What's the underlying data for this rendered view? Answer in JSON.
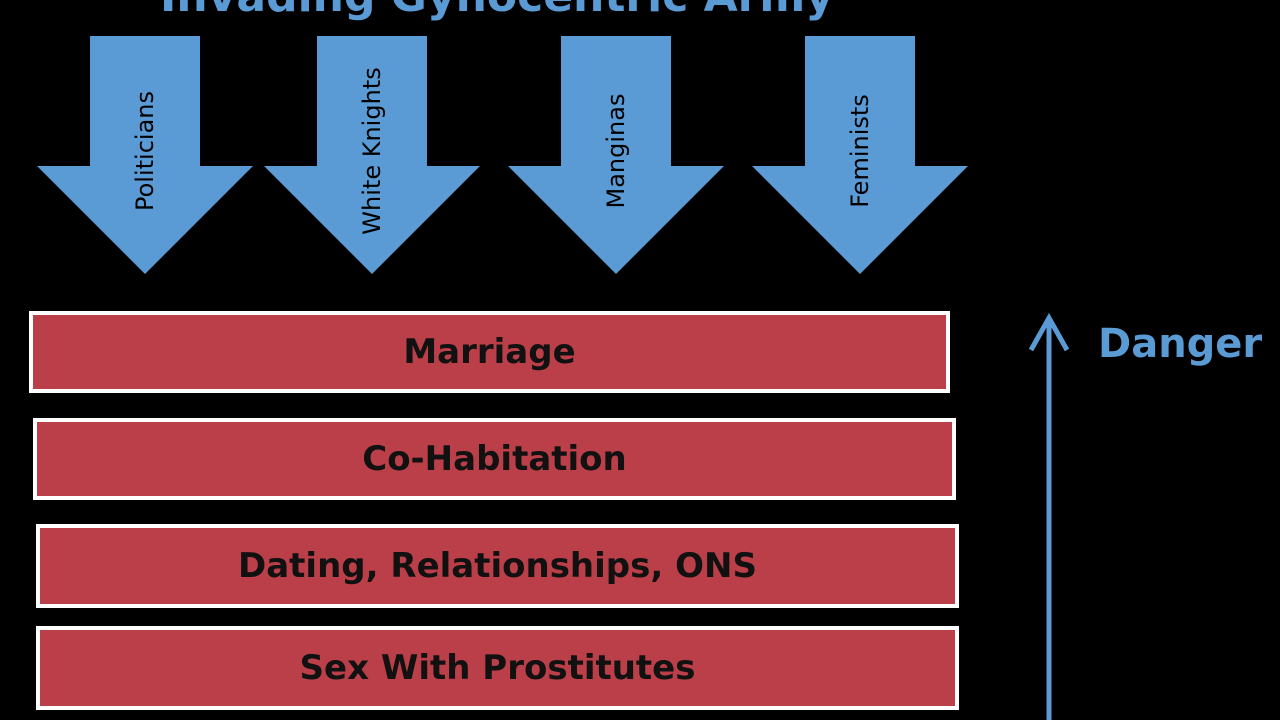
{
  "colors": {
    "background": "#000000",
    "arrow_fill": "#5b9bd5",
    "bar_fill": "#bb3f48",
    "bar_border": "#ffffff",
    "bar_text": "#111111",
    "accent": "#5b9bd5"
  },
  "title": "Invading Gynocentric Army",
  "arrows": [
    {
      "label": "Politicians"
    },
    {
      "label": "White Knights"
    },
    {
      "label": "Manginas"
    },
    {
      "label": "Feminists"
    }
  ],
  "layers": [
    {
      "label": "Marriage"
    },
    {
      "label": "Co-Habitation"
    },
    {
      "label": "Dating, Relationships, ONS"
    },
    {
      "label": "Sex With Prostitutes"
    }
  ],
  "danger": {
    "label": "Danger",
    "icon": "arrow-up-icon"
  }
}
